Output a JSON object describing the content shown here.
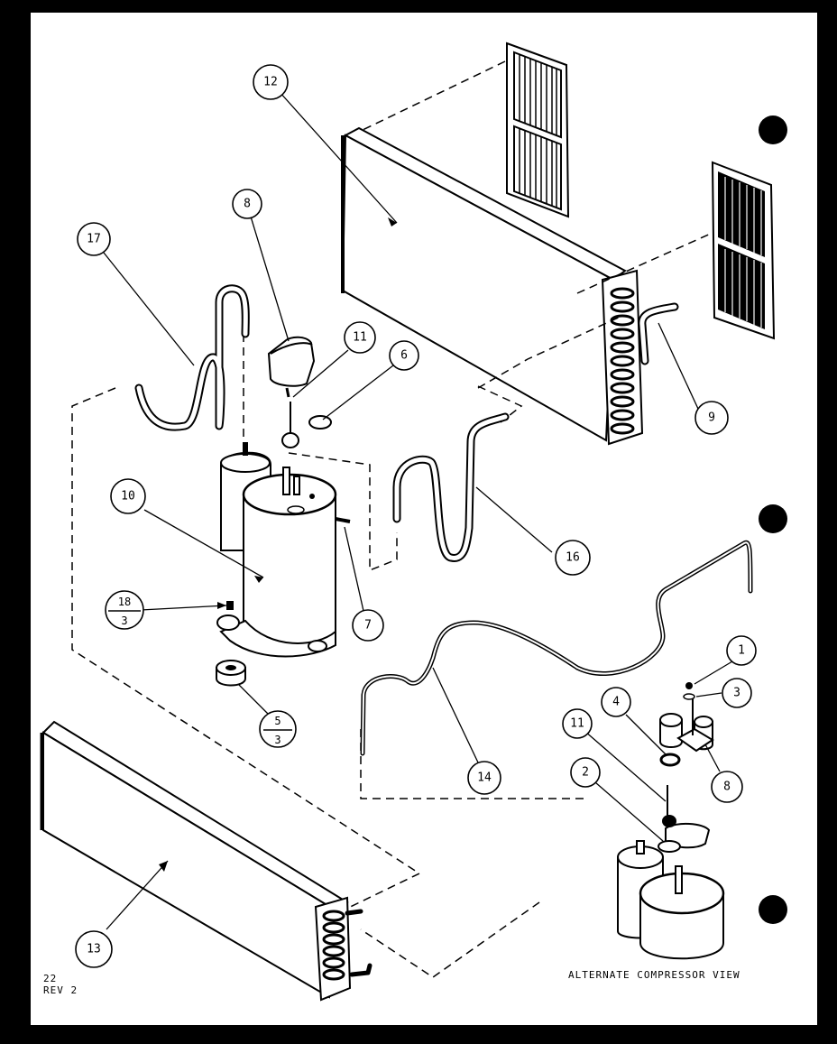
{
  "callouts": [
    {
      "id": "c12",
      "label": "12"
    },
    {
      "id": "c8a",
      "label": "8"
    },
    {
      "id": "c17",
      "label": "17"
    },
    {
      "id": "c11a",
      "label": "11"
    },
    {
      "id": "c6",
      "label": "6"
    },
    {
      "id": "c9",
      "label": "9"
    },
    {
      "id": "c10",
      "label": "10"
    },
    {
      "id": "c16",
      "label": "16"
    },
    {
      "id": "c7",
      "label": "7"
    },
    {
      "id": "c1",
      "label": "1"
    },
    {
      "id": "c3",
      "label": "3"
    },
    {
      "id": "c4",
      "label": "4"
    },
    {
      "id": "c11b",
      "label": "11"
    },
    {
      "id": "c2",
      "label": "2"
    },
    {
      "id": "c8b",
      "label": "8"
    },
    {
      "id": "c14",
      "label": "14"
    },
    {
      "id": "c13",
      "label": "13"
    }
  ],
  "fractions": [
    {
      "id": "f18",
      "top": "18",
      "bottom": "3"
    },
    {
      "id": "f5",
      "top": "5",
      "bottom": "3"
    }
  ],
  "caption": "ALTERNATE COMPRESSOR VIEW",
  "page_number": "22",
  "revision": "REV 2"
}
